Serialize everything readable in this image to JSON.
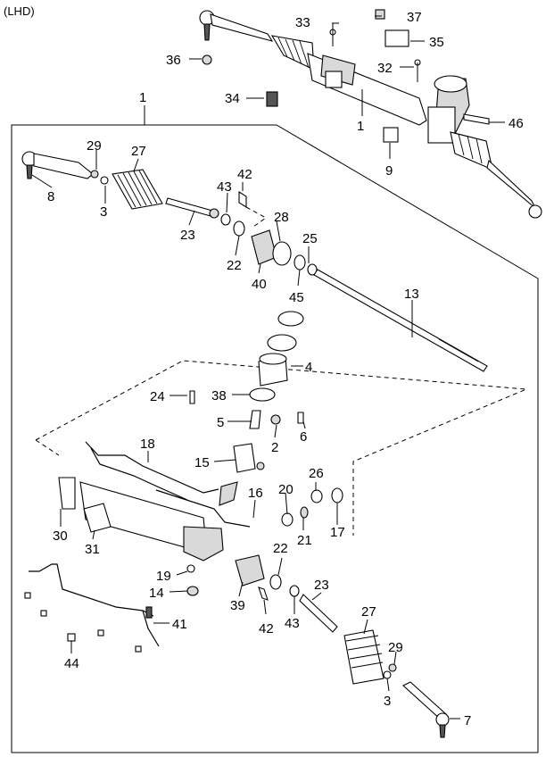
{
  "diagram": {
    "corner_label": "(LHD)",
    "callouts": [
      {
        "key": "c1a",
        "text": "1"
      },
      {
        "key": "c1b",
        "text": "1"
      },
      {
        "key": "c2",
        "text": "2"
      },
      {
        "key": "c3a",
        "text": "3"
      },
      {
        "key": "c3b",
        "text": "3"
      },
      {
        "key": "c4",
        "text": "4"
      },
      {
        "key": "c5",
        "text": "5"
      },
      {
        "key": "c6",
        "text": "6"
      },
      {
        "key": "c7",
        "text": "7"
      },
      {
        "key": "c8",
        "text": "8"
      },
      {
        "key": "c9",
        "text": "9"
      },
      {
        "key": "c13",
        "text": "13"
      },
      {
        "key": "c14",
        "text": "14"
      },
      {
        "key": "c15",
        "text": "15"
      },
      {
        "key": "c16",
        "text": "16"
      },
      {
        "key": "c17",
        "text": "17"
      },
      {
        "key": "c18",
        "text": "18"
      },
      {
        "key": "c19",
        "text": "19"
      },
      {
        "key": "c20",
        "text": "20"
      },
      {
        "key": "c21",
        "text": "21"
      },
      {
        "key": "c22a",
        "text": "22"
      },
      {
        "key": "c22b",
        "text": "22"
      },
      {
        "key": "c23a",
        "text": "23"
      },
      {
        "key": "c23b",
        "text": "23"
      },
      {
        "key": "c24",
        "text": "24"
      },
      {
        "key": "c25",
        "text": "25"
      },
      {
        "key": "c26",
        "text": "26"
      },
      {
        "key": "c27a",
        "text": "27"
      },
      {
        "key": "c27b",
        "text": "27"
      },
      {
        "key": "c28",
        "text": "28"
      },
      {
        "key": "c29a",
        "text": "29"
      },
      {
        "key": "c29b",
        "text": "29"
      },
      {
        "key": "c30",
        "text": "30"
      },
      {
        "key": "c31",
        "text": "31"
      },
      {
        "key": "c32",
        "text": "32"
      },
      {
        "key": "c33",
        "text": "33"
      },
      {
        "key": "c34",
        "text": "34"
      },
      {
        "key": "c35",
        "text": "35"
      },
      {
        "key": "c36",
        "text": "36"
      },
      {
        "key": "c37",
        "text": "37"
      },
      {
        "key": "c38",
        "text": "38"
      },
      {
        "key": "c39",
        "text": "39"
      },
      {
        "key": "c40",
        "text": "40"
      },
      {
        "key": "c41",
        "text": "41"
      },
      {
        "key": "c42a",
        "text": "42"
      },
      {
        "key": "c42b",
        "text": "42"
      },
      {
        "key": "c43a",
        "text": "43"
      },
      {
        "key": "c43b",
        "text": "43"
      },
      {
        "key": "c44",
        "text": "44"
      },
      {
        "key": "c45",
        "text": "45"
      },
      {
        "key": "c46",
        "text": "46"
      }
    ]
  }
}
